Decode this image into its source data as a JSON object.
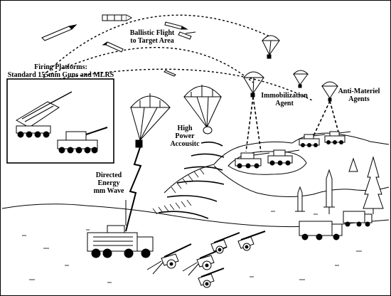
{
  "labels": {
    "ballistic_flight": [
      "Ballistic Flight",
      "to Target Area"
    ],
    "firing_platforms": [
      "Firing Platforms:",
      "Standard 155mm Guns and MLRS"
    ],
    "immobilization_agent": [
      "Immobilization",
      "Agent"
    ],
    "anti_materiel_agents": [
      "Anti-Materiel",
      "Agents"
    ],
    "high_power_acoustic": [
      "High",
      "Power",
      "Accousitc"
    ],
    "directed_energy": [
      "Directed",
      "Energy",
      "mm Wave"
    ]
  },
  "colors": {
    "ink": "#000000",
    "paper": "#ffffff"
  }
}
